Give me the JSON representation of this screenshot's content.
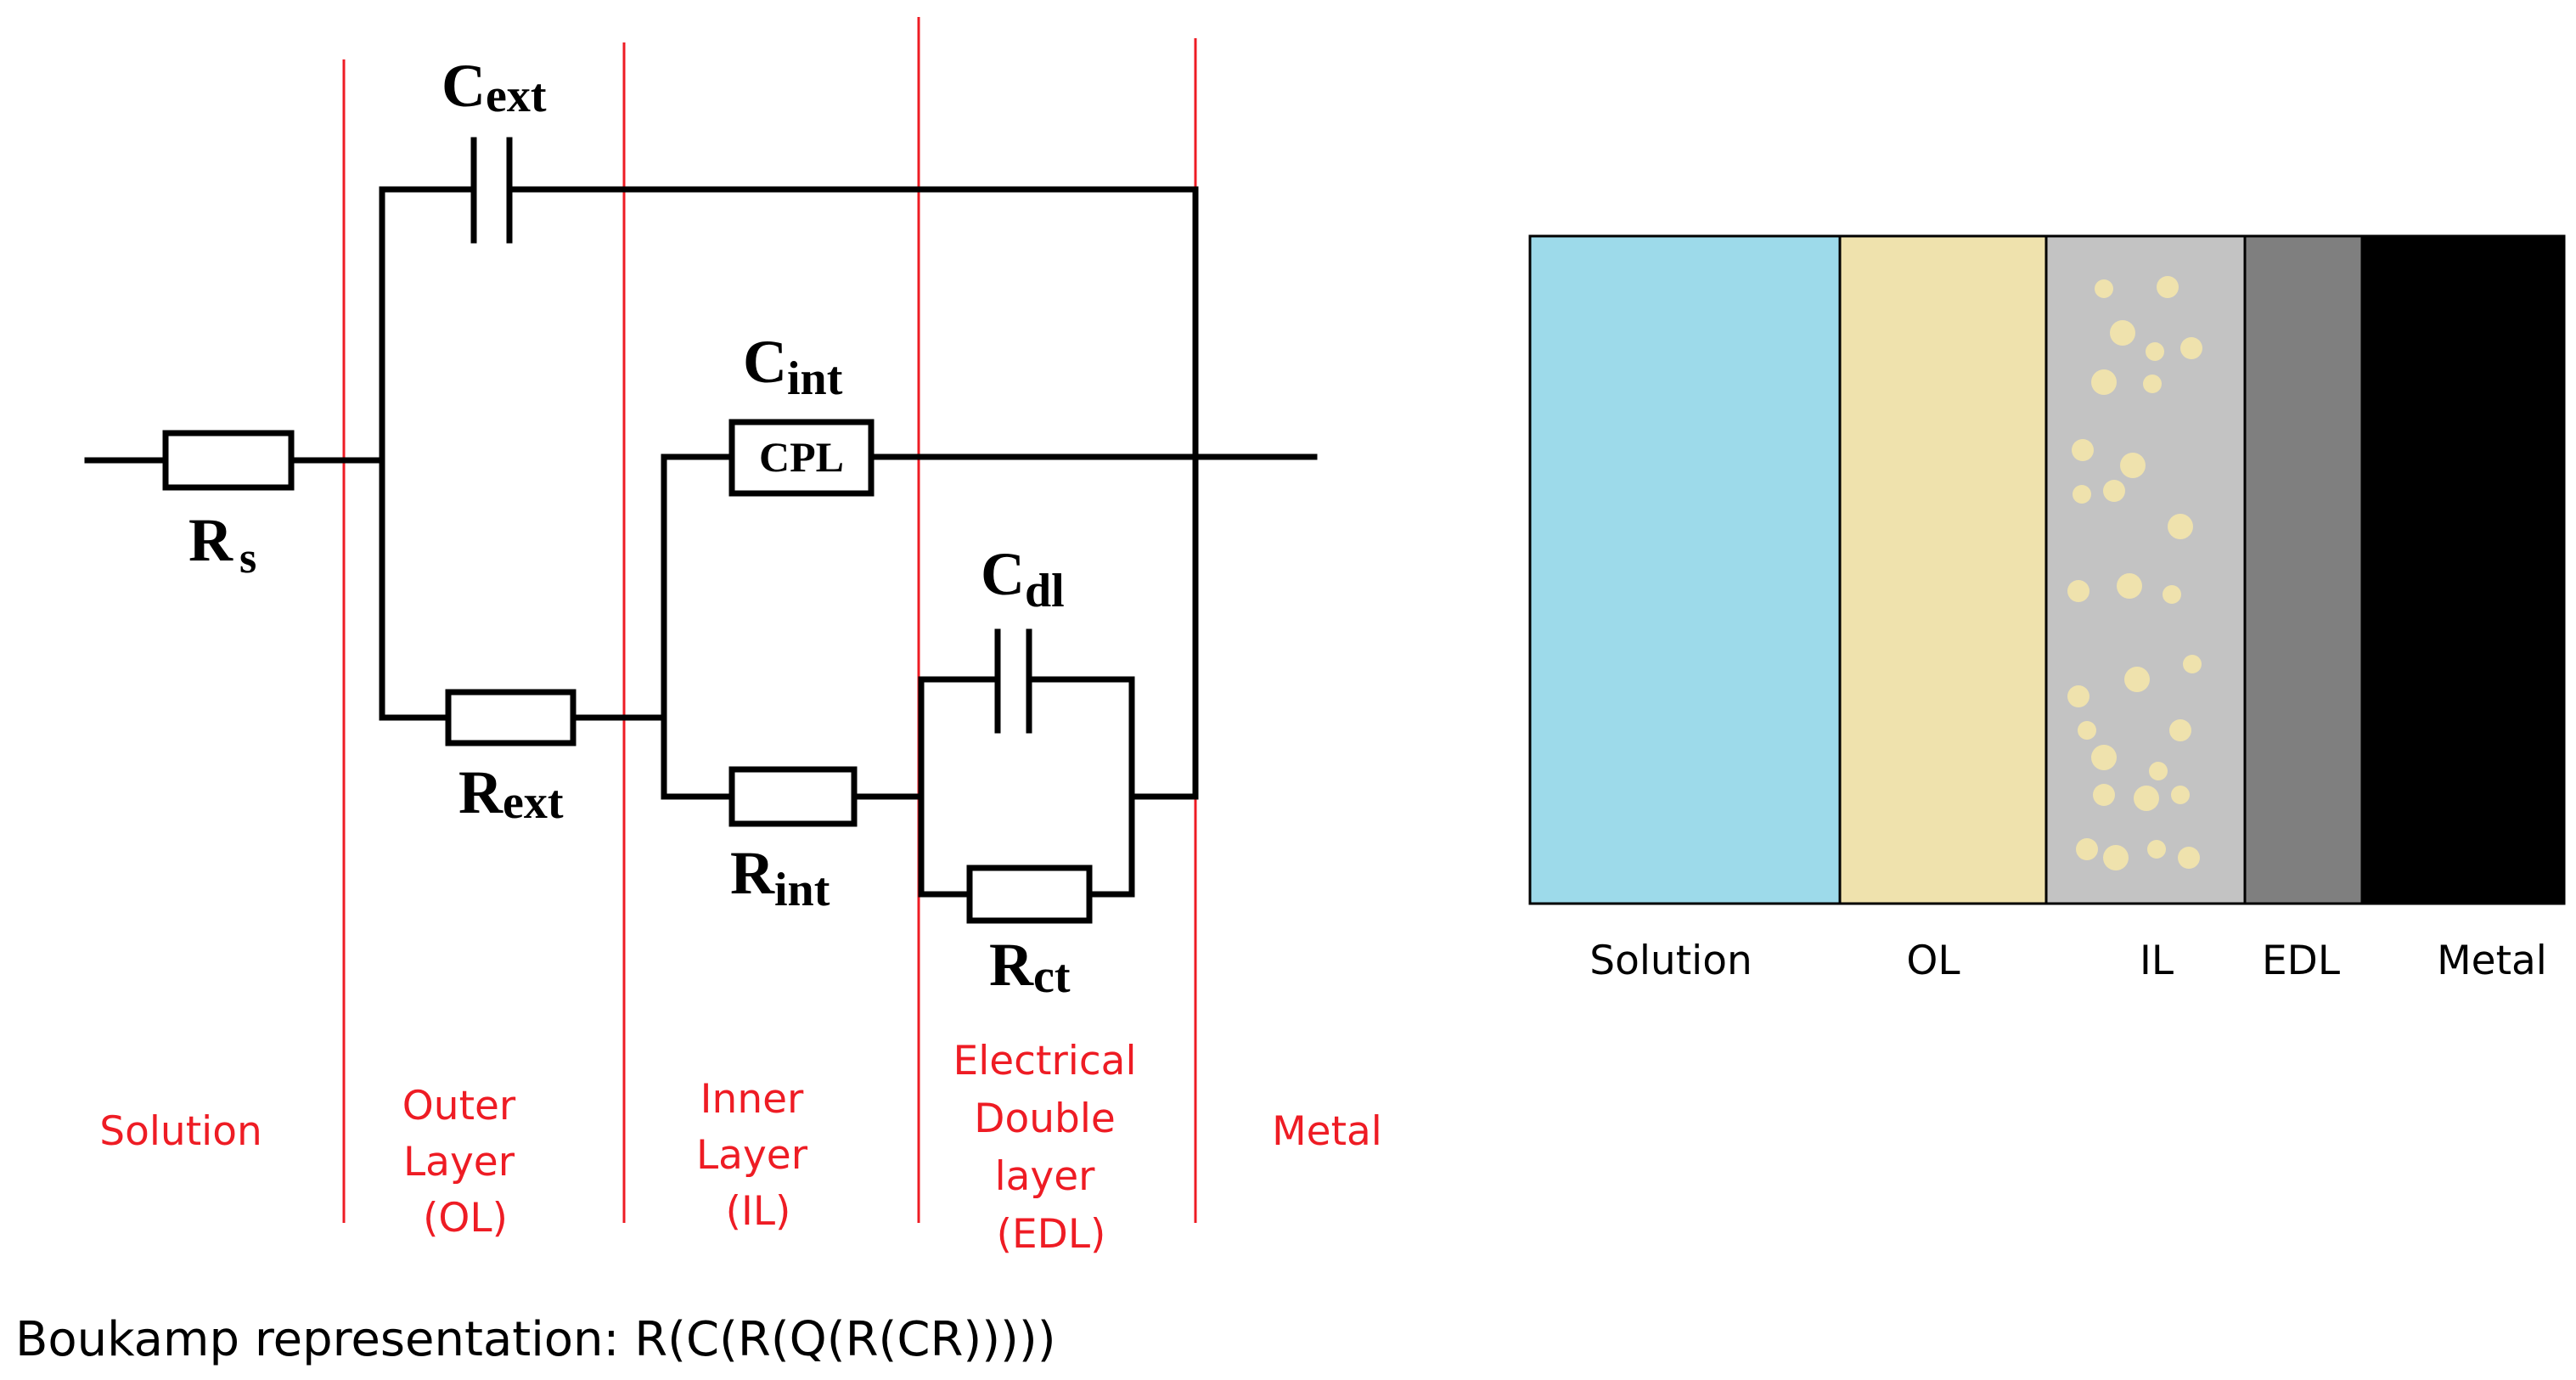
{
  "colors": {
    "divider": "#ee1c24",
    "region_label": "#ee1c24",
    "wire": "#000000",
    "layer_solution": "#9ddaea",
    "layer_ol": "#efe2ad",
    "layer_il": "#c3c3c3",
    "layer_il_particles": "#efe2ad",
    "layer_edl": "#7f7f7f",
    "layer_metal": "#000000"
  },
  "circuit": {
    "rs": {
      "main": "R",
      "sub": "s"
    },
    "cext": {
      "main": "C",
      "sub": "ext"
    },
    "rext": {
      "main": "R",
      "sub": "ext"
    },
    "cint": {
      "main": "C",
      "sub": "int"
    },
    "cpl": "CPL",
    "rint": {
      "main": "R",
      "sub": "int"
    },
    "cdl": {
      "main": "C",
      "sub": "dl"
    },
    "rct": {
      "main": "R",
      "sub": "ct"
    }
  },
  "regions": [
    {
      "id": "solution",
      "lines": [
        "Solution"
      ]
    },
    {
      "id": "outer-layer",
      "lines": [
        "Outer",
        "Layer",
        "(OL)"
      ]
    },
    {
      "id": "inner-layer",
      "lines": [
        "Inner",
        "Layer",
        "(IL)"
      ]
    },
    {
      "id": "edl",
      "lines": [
        "Electrical",
        "Double",
        "layer",
        "(EDL)"
      ]
    },
    {
      "id": "metal",
      "lines": [
        "Metal"
      ]
    }
  ],
  "layers": [
    {
      "id": "solution",
      "label": "Solution"
    },
    {
      "id": "ol",
      "label": "OL"
    },
    {
      "id": "il",
      "label": "IL"
    },
    {
      "id": "edl",
      "label": "EDL"
    },
    {
      "id": "metal",
      "label": "Metal"
    }
  ],
  "boukamp": "Boukamp representation: R(C(R(Q(R(CR)))))"
}
